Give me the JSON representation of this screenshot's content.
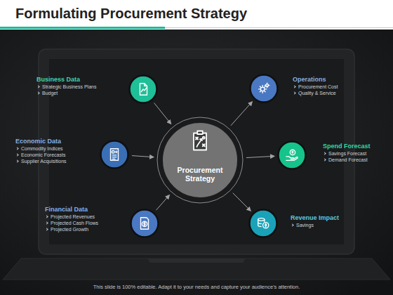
{
  "diagram": {
    "title": "Formulating Procurement Strategy",
    "caption": "This slide is 100% editable. Adapt it to your needs and capture your audience's attention.",
    "nodes": [
      {
        "text": [
          "Business Data",
          "Strategic Business Plans",
          "Budget"
        ]
      },
      {
        "text": [
          "Operations",
          "Procurement Cost",
          "Quality & Service"
        ]
      },
      {
        "text": [
          "Economic Data",
          "Commodity Indices",
          "Economic Forecasts",
          "Supplier Acquisitions"
        ]
      },
      {
        "text": [
          "Procurement Strategy"
        ]
      },
      {
        "text": [
          "Spend Forecast",
          "Savings Forecast",
          "Demand Forecast"
        ]
      },
      {
        "text": [
          "Financial Data",
          "Projected Revenues",
          "Projected Cash Flows",
          "Projected Growth"
        ]
      },
      {
        "text": [
          "Revenue Impact",
          "Savings"
        ]
      }
    ],
    "edges": [
      {
        "from": 0,
        "to": 3,
        "arrow": "to"
      },
      {
        "from": 2,
        "to": 3,
        "arrow": "to"
      },
      {
        "from": 5,
        "to": 3,
        "arrow": "to"
      },
      {
        "from": 3,
        "to": 1,
        "arrow": "to"
      },
      {
        "from": 3,
        "to": 4,
        "arrow": "to"
      },
      {
        "from": 3,
        "to": 6,
        "arrow": "to"
      }
    ]
  }
}
